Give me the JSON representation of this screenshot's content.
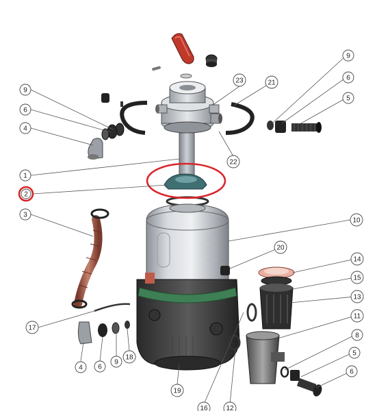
{
  "callouts": [
    {
      "id": "c9a",
      "label": "9"
    },
    {
      "id": "c6a",
      "label": "6"
    },
    {
      "id": "c4a",
      "label": "4"
    },
    {
      "id": "c1",
      "label": "1"
    },
    {
      "id": "c2",
      "label": "2"
    },
    {
      "id": "c3",
      "label": "3"
    },
    {
      "id": "c17",
      "label": "17"
    },
    {
      "id": "c4b",
      "label": "4"
    },
    {
      "id": "c6b",
      "label": "6"
    },
    {
      "id": "c9b",
      "label": "9"
    },
    {
      "id": "c18",
      "label": "18"
    },
    {
      "id": "c19",
      "label": "19"
    },
    {
      "id": "c16",
      "label": "16"
    },
    {
      "id": "c12",
      "label": "12"
    },
    {
      "id": "c23",
      "label": "23"
    },
    {
      "id": "c21",
      "label": "21"
    },
    {
      "id": "c22",
      "label": "22"
    },
    {
      "id": "c9c",
      "label": "9"
    },
    {
      "id": "c6c",
      "label": "6"
    },
    {
      "id": "c5a",
      "label": "5"
    },
    {
      "id": "c10",
      "label": "10"
    },
    {
      "id": "c20",
      "label": "20"
    },
    {
      "id": "c14",
      "label": "14"
    },
    {
      "id": "c15",
      "label": "15"
    },
    {
      "id": "c13",
      "label": "13"
    },
    {
      "id": "c11",
      "label": "11"
    },
    {
      "id": "c8",
      "label": "8"
    },
    {
      "id": "c5b",
      "label": "5"
    },
    {
      "id": "c6d",
      "label": "6"
    }
  ],
  "highlight_color": "#d9262c"
}
